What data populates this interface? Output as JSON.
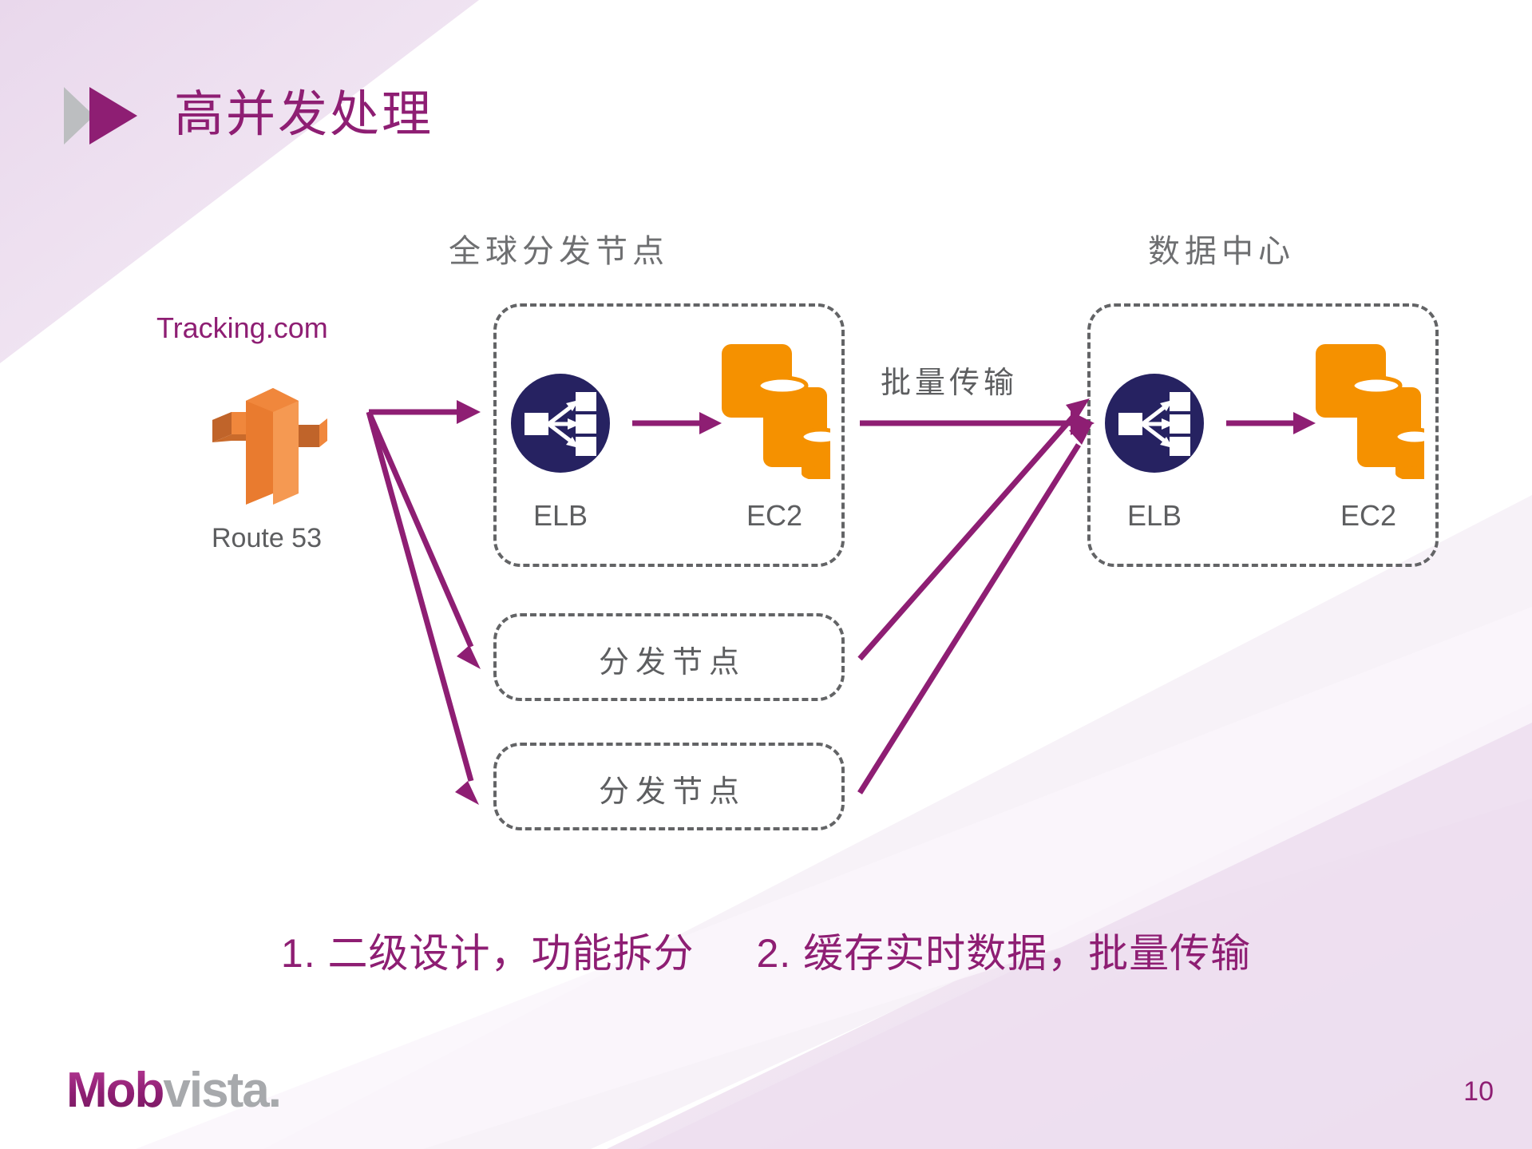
{
  "slide": {
    "title": "高并发处理",
    "page_number": "10",
    "brand": {
      "logo_text_primary": "Mob",
      "logo_text_secondary": "vista.",
      "accent_purple": "#8e1e73",
      "accent_gray": "#a7a9ac",
      "band_lavender": "#efe4f0",
      "aws_orange": "#f59100",
      "aws_navy": "#262261",
      "dash_gray": "#636466"
    }
  },
  "diagram": {
    "zones": [
      {
        "id": "edge",
        "label": "全球分发节点"
      },
      {
        "id": "dc",
        "label": "数据中心"
      }
    ],
    "source": {
      "domain_label": "Tracking.com",
      "service_label": "Route 53",
      "icon": "route53-signpost-icon"
    },
    "edge_zone_nodes": [
      {
        "label": "ELB",
        "icon": "elb-loadbalancer-icon"
      },
      {
        "label": "EC2",
        "icon": "ec2-instances-icon"
      }
    ],
    "dc_zone_nodes": [
      {
        "label": "ELB",
        "icon": "elb-loadbalancer-icon"
      },
      {
        "label": "EC2",
        "icon": "ec2-instances-icon"
      }
    ],
    "extra_pop_boxes": [
      {
        "label": "分发节点"
      },
      {
        "label": "分发节点"
      }
    ],
    "link_label": "批量传输"
  },
  "conclusions": [
    {
      "number": "1.",
      "text": "二级设计，功能拆分"
    },
    {
      "number": "2.",
      "text": "缓存实时数据，批量传输"
    }
  ]
}
